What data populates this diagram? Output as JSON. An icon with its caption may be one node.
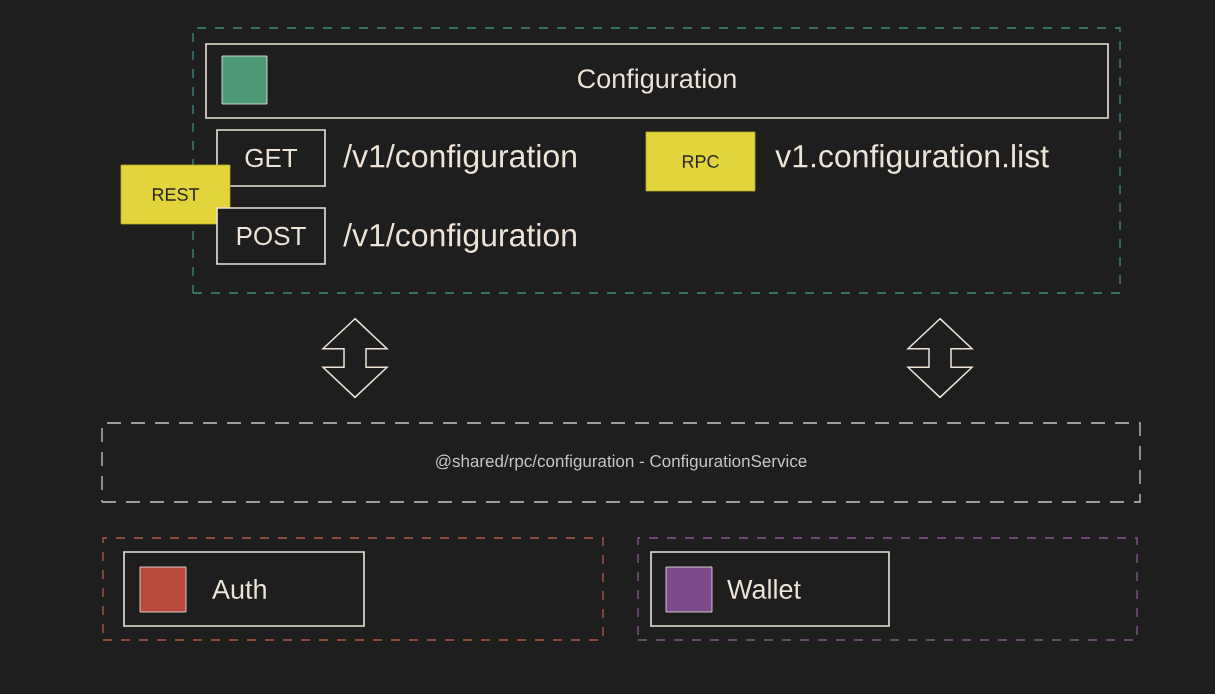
{
  "diagram": {
    "nodes": [
      {
        "text": [],
        "shape": "box"
      },
      {
        "text": [
          "Configuration"
        ],
        "in": 0
      },
      {
        "text": [
          "GET"
        ],
        "in": 0,
        "beside": [
          "/v1/configuration"
        ]
      },
      {
        "text": [
          "RPC"
        ],
        "in": 0,
        "beside": [
          "v1.configuration.list"
        ]
      },
      {
        "text": [
          "REST"
        ]
      },
      {
        "text": [
          "POST"
        ],
        "in": 0,
        "beside": [
          "/v1/configuration"
        ]
      },
      {
        "text": [
          "@shared/rpc/configuration - ConfigurationService"
        ]
      },
      {
        "text": [],
        "shape": "box"
      },
      {
        "text": [
          "Auth"
        ],
        "in": 7
      },
      {
        "text": [],
        "shape": "box"
      },
      {
        "text": [
          "Wallet"
        ],
        "in": 9
      }
    ],
    "edges": [
      {
        "from": 0,
        "to": 6,
        "arrow": "both"
      },
      {
        "from": 0,
        "to": 6,
        "arrow": "both"
      }
    ]
  }
}
